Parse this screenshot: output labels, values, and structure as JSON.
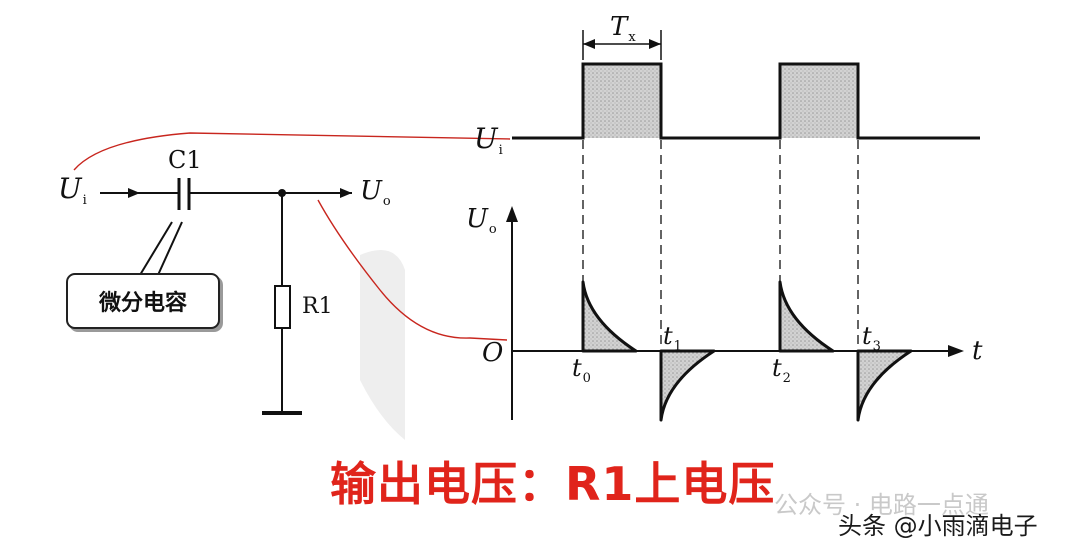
{
  "circuit": {
    "input_label": "U",
    "input_sub": "i",
    "capacitor_label": "C1",
    "resistor_label": "R1",
    "output_label": "U",
    "output_sub": "o",
    "callout_text": "微分电容"
  },
  "waveforms": {
    "ui_label": "U",
    "ui_sub": "i",
    "pulse_width_label": "T",
    "pulse_width_sub": "x",
    "uo_label": "U",
    "uo_sub": "o",
    "origin_label": "O",
    "time_axis_label": "t",
    "time_marks": [
      {
        "t": "t",
        "sub": "0"
      },
      {
        "t": "t",
        "sub": "1"
      },
      {
        "t": "t",
        "sub": "2"
      },
      {
        "t": "t",
        "sub": "3"
      }
    ]
  },
  "caption": "输出电压：R1上电压",
  "watermark": {
    "faint": "公众号 · 电路一点通",
    "main": "头条 @小雨滴电子"
  },
  "colors": {
    "line": "#111111",
    "annotation_red": "#c8261e",
    "caption_red": "#e0241b",
    "shade": "#bcbcbc"
  }
}
